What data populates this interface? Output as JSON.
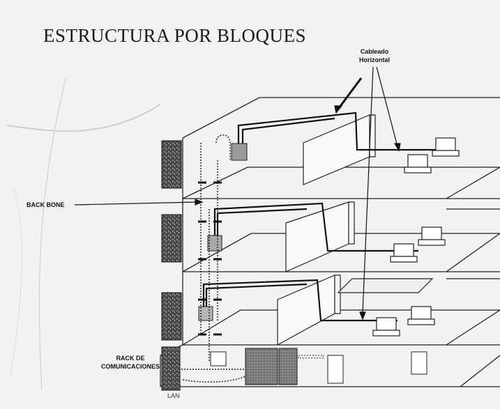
{
  "title": "ESTRUCTURA POR BLOQUES",
  "labels": {
    "horizontal_cabling_line1": "Cableado",
    "horizontal_cabling_line2": "Horizontal",
    "backbone": "BACK BONE",
    "rack_line1": "RACK DE",
    "rack_line2": "COMUNICACIONES",
    "lan": "LAN"
  },
  "floors": 4
}
